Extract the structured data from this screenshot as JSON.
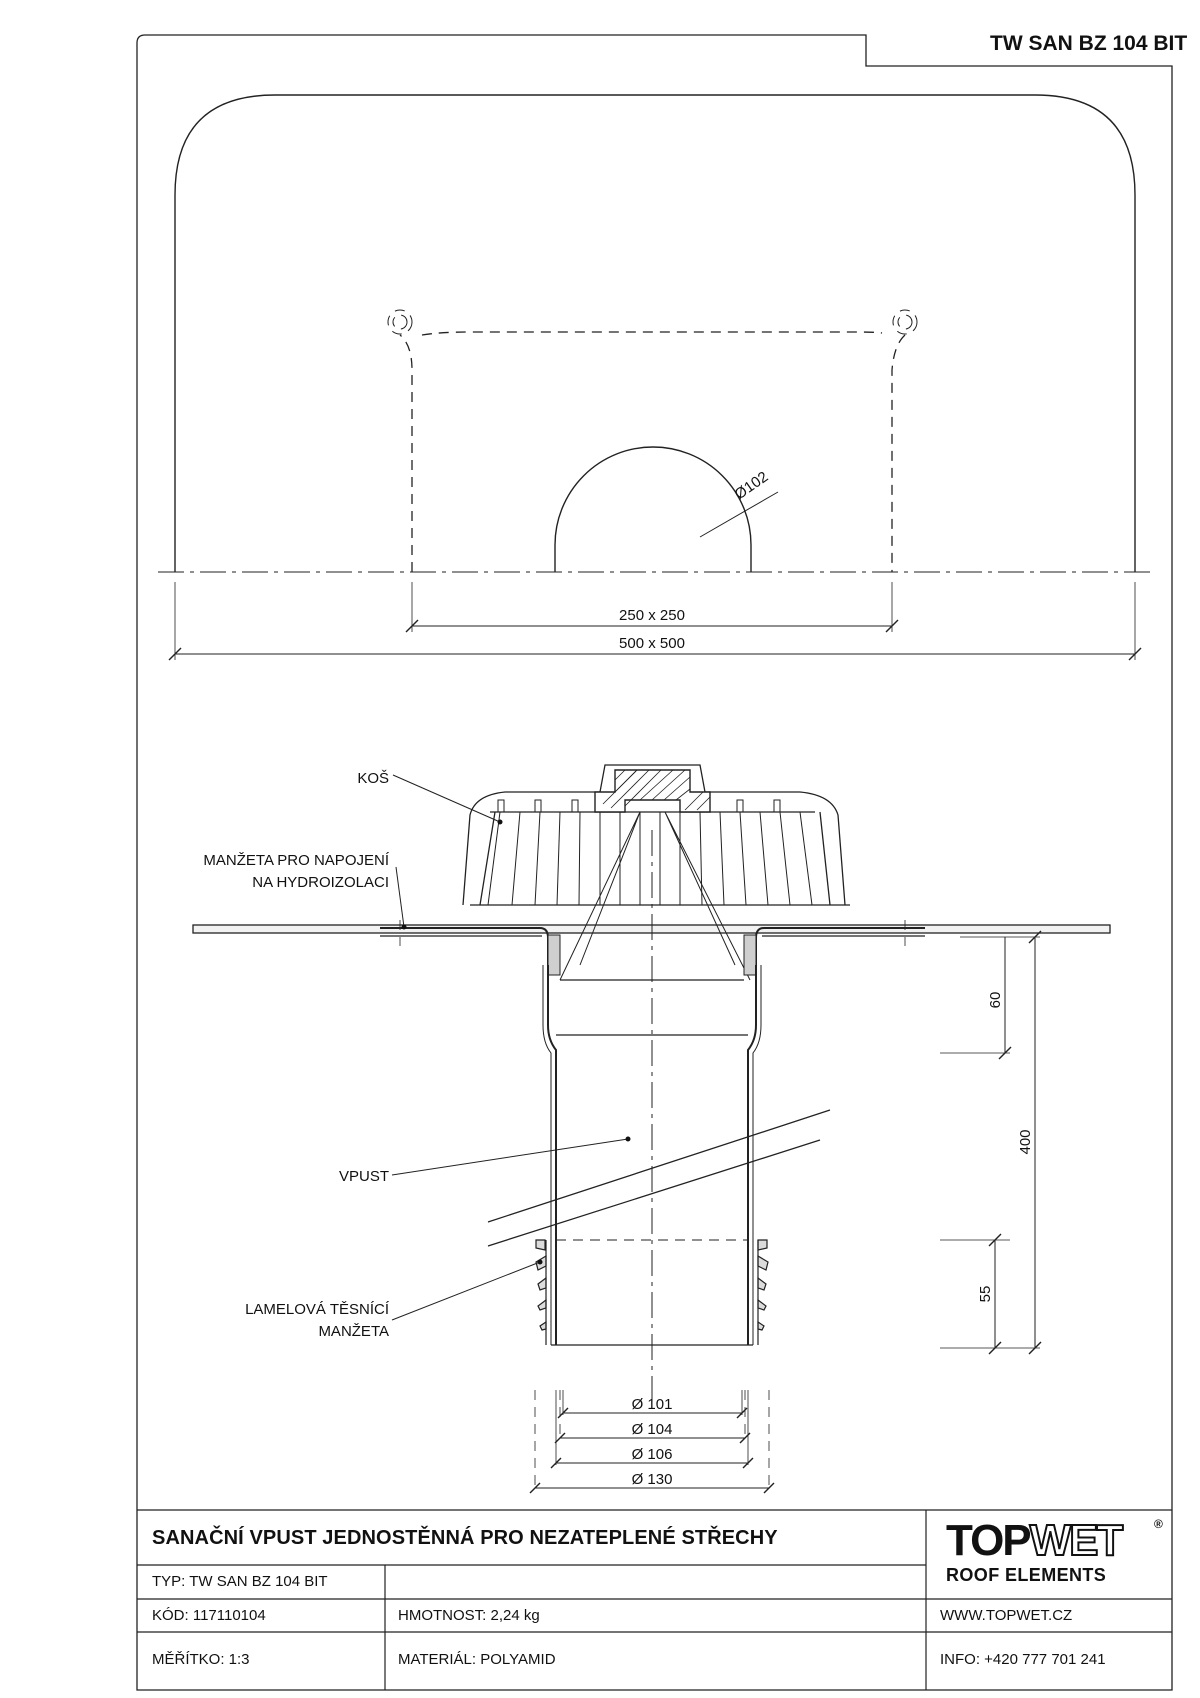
{
  "document_code": "TW SAN BZ 104 BIT",
  "plan_view": {
    "diameter_label": "Ø102",
    "inner_dimension": "250 x 250",
    "outer_dimension": "500 x 500"
  },
  "section_view": {
    "labels": {
      "basket": "KOŠ",
      "collar_line1": "MANŽETA PRO NAPOJENÍ",
      "collar_line2": "NA HYDROIZOLACI",
      "outlet": "VPUST",
      "seal_line1": "LAMELOVÁ TĚSNÍCÍ",
      "seal_line2": "MANŽETA"
    },
    "dimensions": {
      "upper_height": "60",
      "total_height": "400",
      "seal_height": "55",
      "diameters": [
        "Ø 101",
        "Ø 104",
        "Ø 106",
        "Ø 130"
      ]
    }
  },
  "title_block": {
    "title": "SANAČNÍ VPUST JEDNOSTĚNNÁ PRO NEZATEPLENÉ STŘECHY",
    "type": "TYP: TW SAN BZ 104 BIT",
    "code": "KÓD: 117110104",
    "weight": "HMOTNOST:  2,24 kg",
    "scale": "MĚŘÍTKO: 1:3",
    "material": "MATERIÁL: POLYAMID",
    "website": "WWW.TOPWET.CZ",
    "info": "INFO: +420 777 701 241"
  },
  "logo": {
    "part1": "TOP",
    "part2": "WET",
    "registered": "®",
    "subtitle": "ROOF ELEMENTS"
  }
}
